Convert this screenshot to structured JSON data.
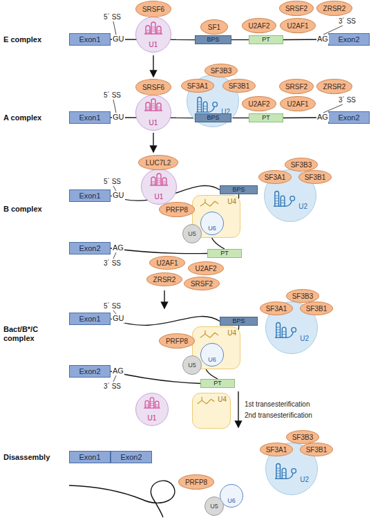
{
  "diagram": {
    "nodes": [
      {
        "text": [
          "Exon1"
        ]
      },
      {
        "text": [
          "U1"
        ]
      },
      {
        "text": [
          "SRSF6"
        ]
      },
      {
        "text": [
          "SF1"
        ]
      },
      {
        "text": [
          "BPS"
        ]
      },
      {
        "text": [
          "SRSF2"
        ]
      },
      {
        "text": [
          "ZRSR2"
        ]
      },
      {
        "text": [
          "U2AF2"
        ]
      },
      {
        "text": [
          "U2AF1"
        ]
      },
      {
        "text": [
          "PT"
        ]
      },
      {
        "text": [
          "Exon2"
        ]
      },
      {
        "text": [
          "Exon1"
        ]
      },
      {
        "text": [
          "U1"
        ]
      },
      {
        "text": [
          "SRSF6"
        ]
      },
      {
        "text": [
          "U2"
        ]
      },
      {
        "text": [
          "SF3B3"
        ]
      },
      {
        "text": [
          "SF3A1"
        ]
      },
      {
        "text": [
          "SF3B1"
        ]
      },
      {
        "text": [
          "BPS"
        ]
      },
      {
        "text": [
          "SRSF2"
        ]
      },
      {
        "text": [
          "ZRSR2"
        ]
      },
      {
        "text": [
          "U2AF2"
        ]
      },
      {
        "text": [
          "U2AF1"
        ]
      },
      {
        "text": [
          "PT"
        ]
      },
      {
        "text": [
          "Exon2"
        ]
      },
      {
        "text": [
          "Exon1"
        ]
      },
      {
        "text": [
          "U1"
        ]
      },
      {
        "text": [
          "LUC7L2"
        ]
      },
      {
        "text": [
          "U2"
        ]
      },
      {
        "text": [
          "SF3B3"
        ]
      },
      {
        "text": [
          "SF3A1"
        ]
      },
      {
        "text": [
          "SF3B1"
        ]
      },
      {
        "text": [
          "BPS"
        ]
      },
      {
        "text": [
          "U4"
        ]
      },
      {
        "text": [
          "U6"
        ]
      },
      {
        "text": [
          "U5"
        ]
      },
      {
        "text": [
          "PRFP8"
        ]
      },
      {
        "text": [
          "Exon2"
        ]
      },
      {
        "text": [
          "PT"
        ]
      },
      {
        "text": [
          "U2AF1"
        ]
      },
      {
        "text": [
          "U2AF2"
        ]
      },
      {
        "text": [
          "ZRSR2"
        ]
      },
      {
        "text": [
          "SRSF2"
        ]
      },
      {
        "text": [
          "Exon1"
        ]
      },
      {
        "text": [
          "U2"
        ]
      },
      {
        "text": [
          "SF3B3"
        ]
      },
      {
        "text": [
          "SF3A1"
        ]
      },
      {
        "text": [
          "SF3B1"
        ]
      },
      {
        "text": [
          "BPS"
        ]
      },
      {
        "text": [
          "U4"
        ]
      },
      {
        "text": [
          "U6"
        ]
      },
      {
        "text": [
          "U5"
        ]
      },
      {
        "text": [
          "PRFP8"
        ]
      },
      {
        "text": [
          "Exon2"
        ]
      },
      {
        "text": [
          "PT"
        ]
      },
      {
        "text": [
          "U1"
        ]
      },
      {
        "text": [
          "U4"
        ]
      },
      {
        "text": [
          "Exon1"
        ]
      },
      {
        "text": [
          "Exon2"
        ]
      },
      {
        "text": [
          "U2"
        ]
      },
      {
        "text": [
          "SF3B3"
        ]
      },
      {
        "text": [
          "SF3A1"
        ]
      },
      {
        "text": [
          "SF3B1"
        ]
      },
      {
        "text": [
          "PRFP8"
        ]
      },
      {
        "text": [
          "U6"
        ]
      },
      {
        "text": [
          "U5"
        ]
      }
    ],
    "edges": [
      {
        "from": 0,
        "to": 4,
        "arrow": "none"
      },
      {
        "from": 4,
        "to": 9,
        "arrow": "none"
      },
      {
        "from": 9,
        "to": 10,
        "arrow": "none"
      },
      {
        "from": 11,
        "to": 18,
        "arrow": "none"
      },
      {
        "from": 18,
        "to": 23,
        "arrow": "none"
      },
      {
        "from": 23,
        "to": 24,
        "arrow": "none"
      },
      {
        "from": 25,
        "to": 32,
        "arrow": "none"
      },
      {
        "from": 32,
        "to": 38,
        "arrow": "none"
      },
      {
        "from": 38,
        "to": 37,
        "arrow": "none"
      },
      {
        "from": 43,
        "to": 48,
        "arrow": "none"
      },
      {
        "from": 48,
        "to": 54,
        "arrow": "none"
      },
      {
        "from": 54,
        "to": 53,
        "arrow": "none"
      }
    ],
    "labels": [
      "E complex",
      "5´ SS",
      "GU",
      "3´ SS",
      "AG",
      "A complex",
      "5´ SS",
      "GU",
      "3´ SS",
      "AG",
      "B complex",
      "5´ SS",
      "GU",
      "AG",
      "3´ SS",
      "Bact/B*/C complex",
      "5´ SS",
      "GU",
      "AG",
      "3´ SS",
      "1st transesterification",
      "2nd transesterification",
      "Disassembly"
    ]
  }
}
